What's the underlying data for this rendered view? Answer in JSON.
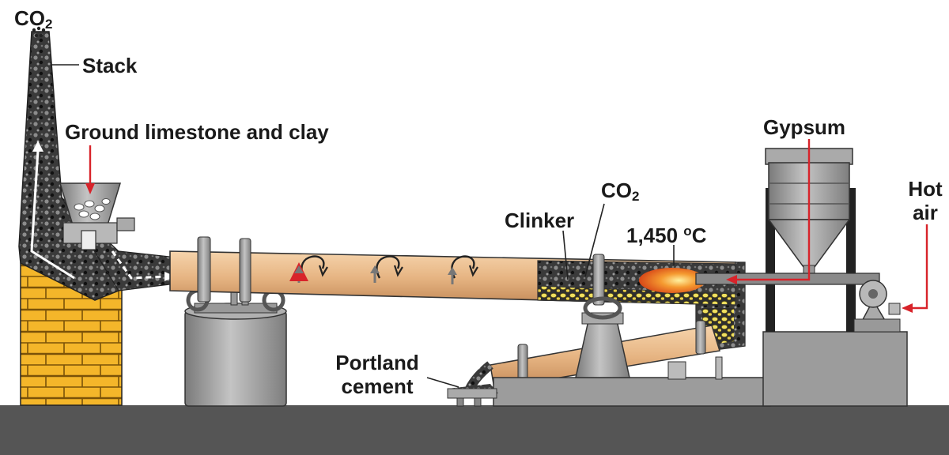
{
  "diagram": {
    "labels": {
      "stack_co2": {
        "main": "CO",
        "sub": "2"
      },
      "stack": "Stack",
      "feed": "Ground limestone and clay",
      "gypsum": "Gypsum",
      "hot_air_line1": "Hot",
      "hot_air_line2": "air",
      "kiln_co2": {
        "main": "CO",
        "sub": "2"
      },
      "clinker": "Clinker",
      "temperature": {
        "value": "1,450 ",
        "deg": "o",
        "unit": "C"
      },
      "portland_line1": "Portland",
      "portland_line2": "cement"
    },
    "colors": {
      "kiln": "#e8b888",
      "steel": "#9a9a9a",
      "ground": "#555555",
      "brick": "#f4b62a",
      "arrow": "#d8232a",
      "flame": "#f07a2a",
      "clinker": "#f0e060",
      "material": "#3a3a3a"
    }
  }
}
